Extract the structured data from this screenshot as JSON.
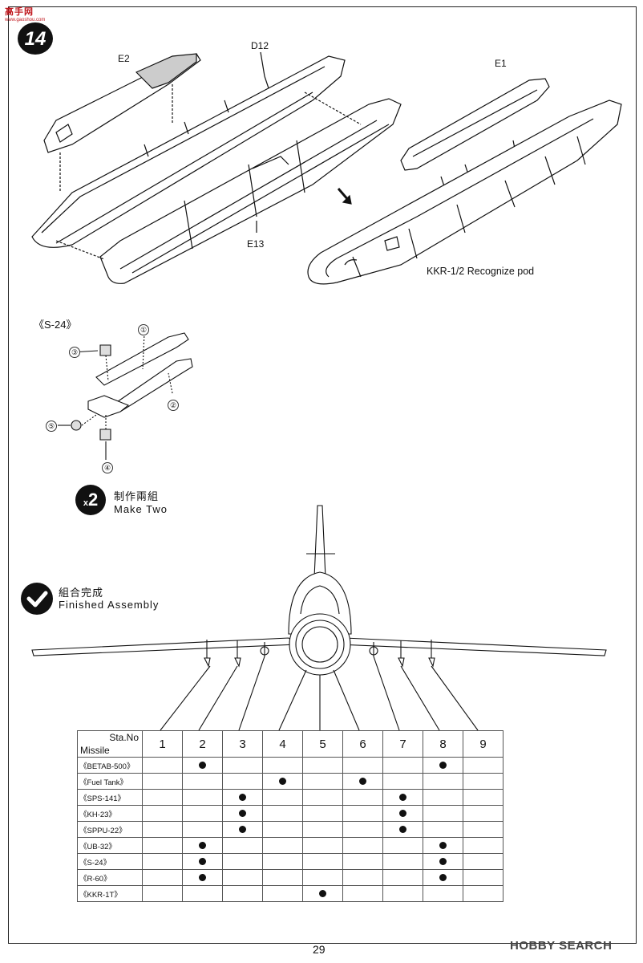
{
  "watermark": {
    "site_name": "高手网",
    "site_url": "www.gaoshou.com"
  },
  "step": {
    "number": "14"
  },
  "parts": {
    "e2": "E2",
    "d12": "D12",
    "e13": "E13",
    "e1": "E1"
  },
  "pod_caption": "KKR-1/2 Recognize pod",
  "s24": {
    "label": "《S-24》",
    "callouts": [
      "①",
      "②",
      "③",
      "④",
      "⑤"
    ]
  },
  "make_two": {
    "badge_x": "x",
    "badge_num": "2",
    "zh": "制作兩組",
    "en": "Make Two"
  },
  "finished": {
    "zh": "組合完成",
    "en": "Finished Assembly",
    "check_icon": "check-icon"
  },
  "table": {
    "corner_station": "Sta.No",
    "corner_missile": "Missile",
    "stations": [
      "1",
      "2",
      "3",
      "4",
      "5",
      "6",
      "7",
      "8",
      "9"
    ],
    "rows": [
      {
        "name": "《BETAB-500》",
        "marks": [
          false,
          true,
          false,
          false,
          false,
          false,
          false,
          true,
          false
        ]
      },
      {
        "name": "《Fuel Tank》",
        "marks": [
          false,
          false,
          false,
          true,
          false,
          true,
          false,
          false,
          false
        ]
      },
      {
        "name": "《SPS-141》",
        "marks": [
          false,
          false,
          true,
          false,
          false,
          false,
          true,
          false,
          false
        ]
      },
      {
        "name": "《KH-23》",
        "marks": [
          false,
          false,
          true,
          false,
          false,
          false,
          true,
          false,
          false
        ]
      },
      {
        "name": "《SPPU-22》",
        "marks": [
          false,
          false,
          true,
          false,
          false,
          false,
          true,
          false,
          false
        ]
      },
      {
        "name": "《UB-32》",
        "marks": [
          false,
          true,
          false,
          false,
          false,
          false,
          false,
          true,
          false
        ]
      },
      {
        "name": "《S-24》",
        "marks": [
          false,
          true,
          false,
          false,
          false,
          false,
          false,
          true,
          false
        ]
      },
      {
        "name": "《R-60》",
        "marks": [
          false,
          true,
          false,
          false,
          false,
          false,
          false,
          true,
          false
        ]
      },
      {
        "name": "《KKR-1T》",
        "marks": [
          false,
          false,
          false,
          false,
          true,
          false,
          false,
          false,
          false
        ]
      }
    ]
  },
  "footer": {
    "page_number": "29",
    "brand": "HOBBY SEARCH"
  }
}
